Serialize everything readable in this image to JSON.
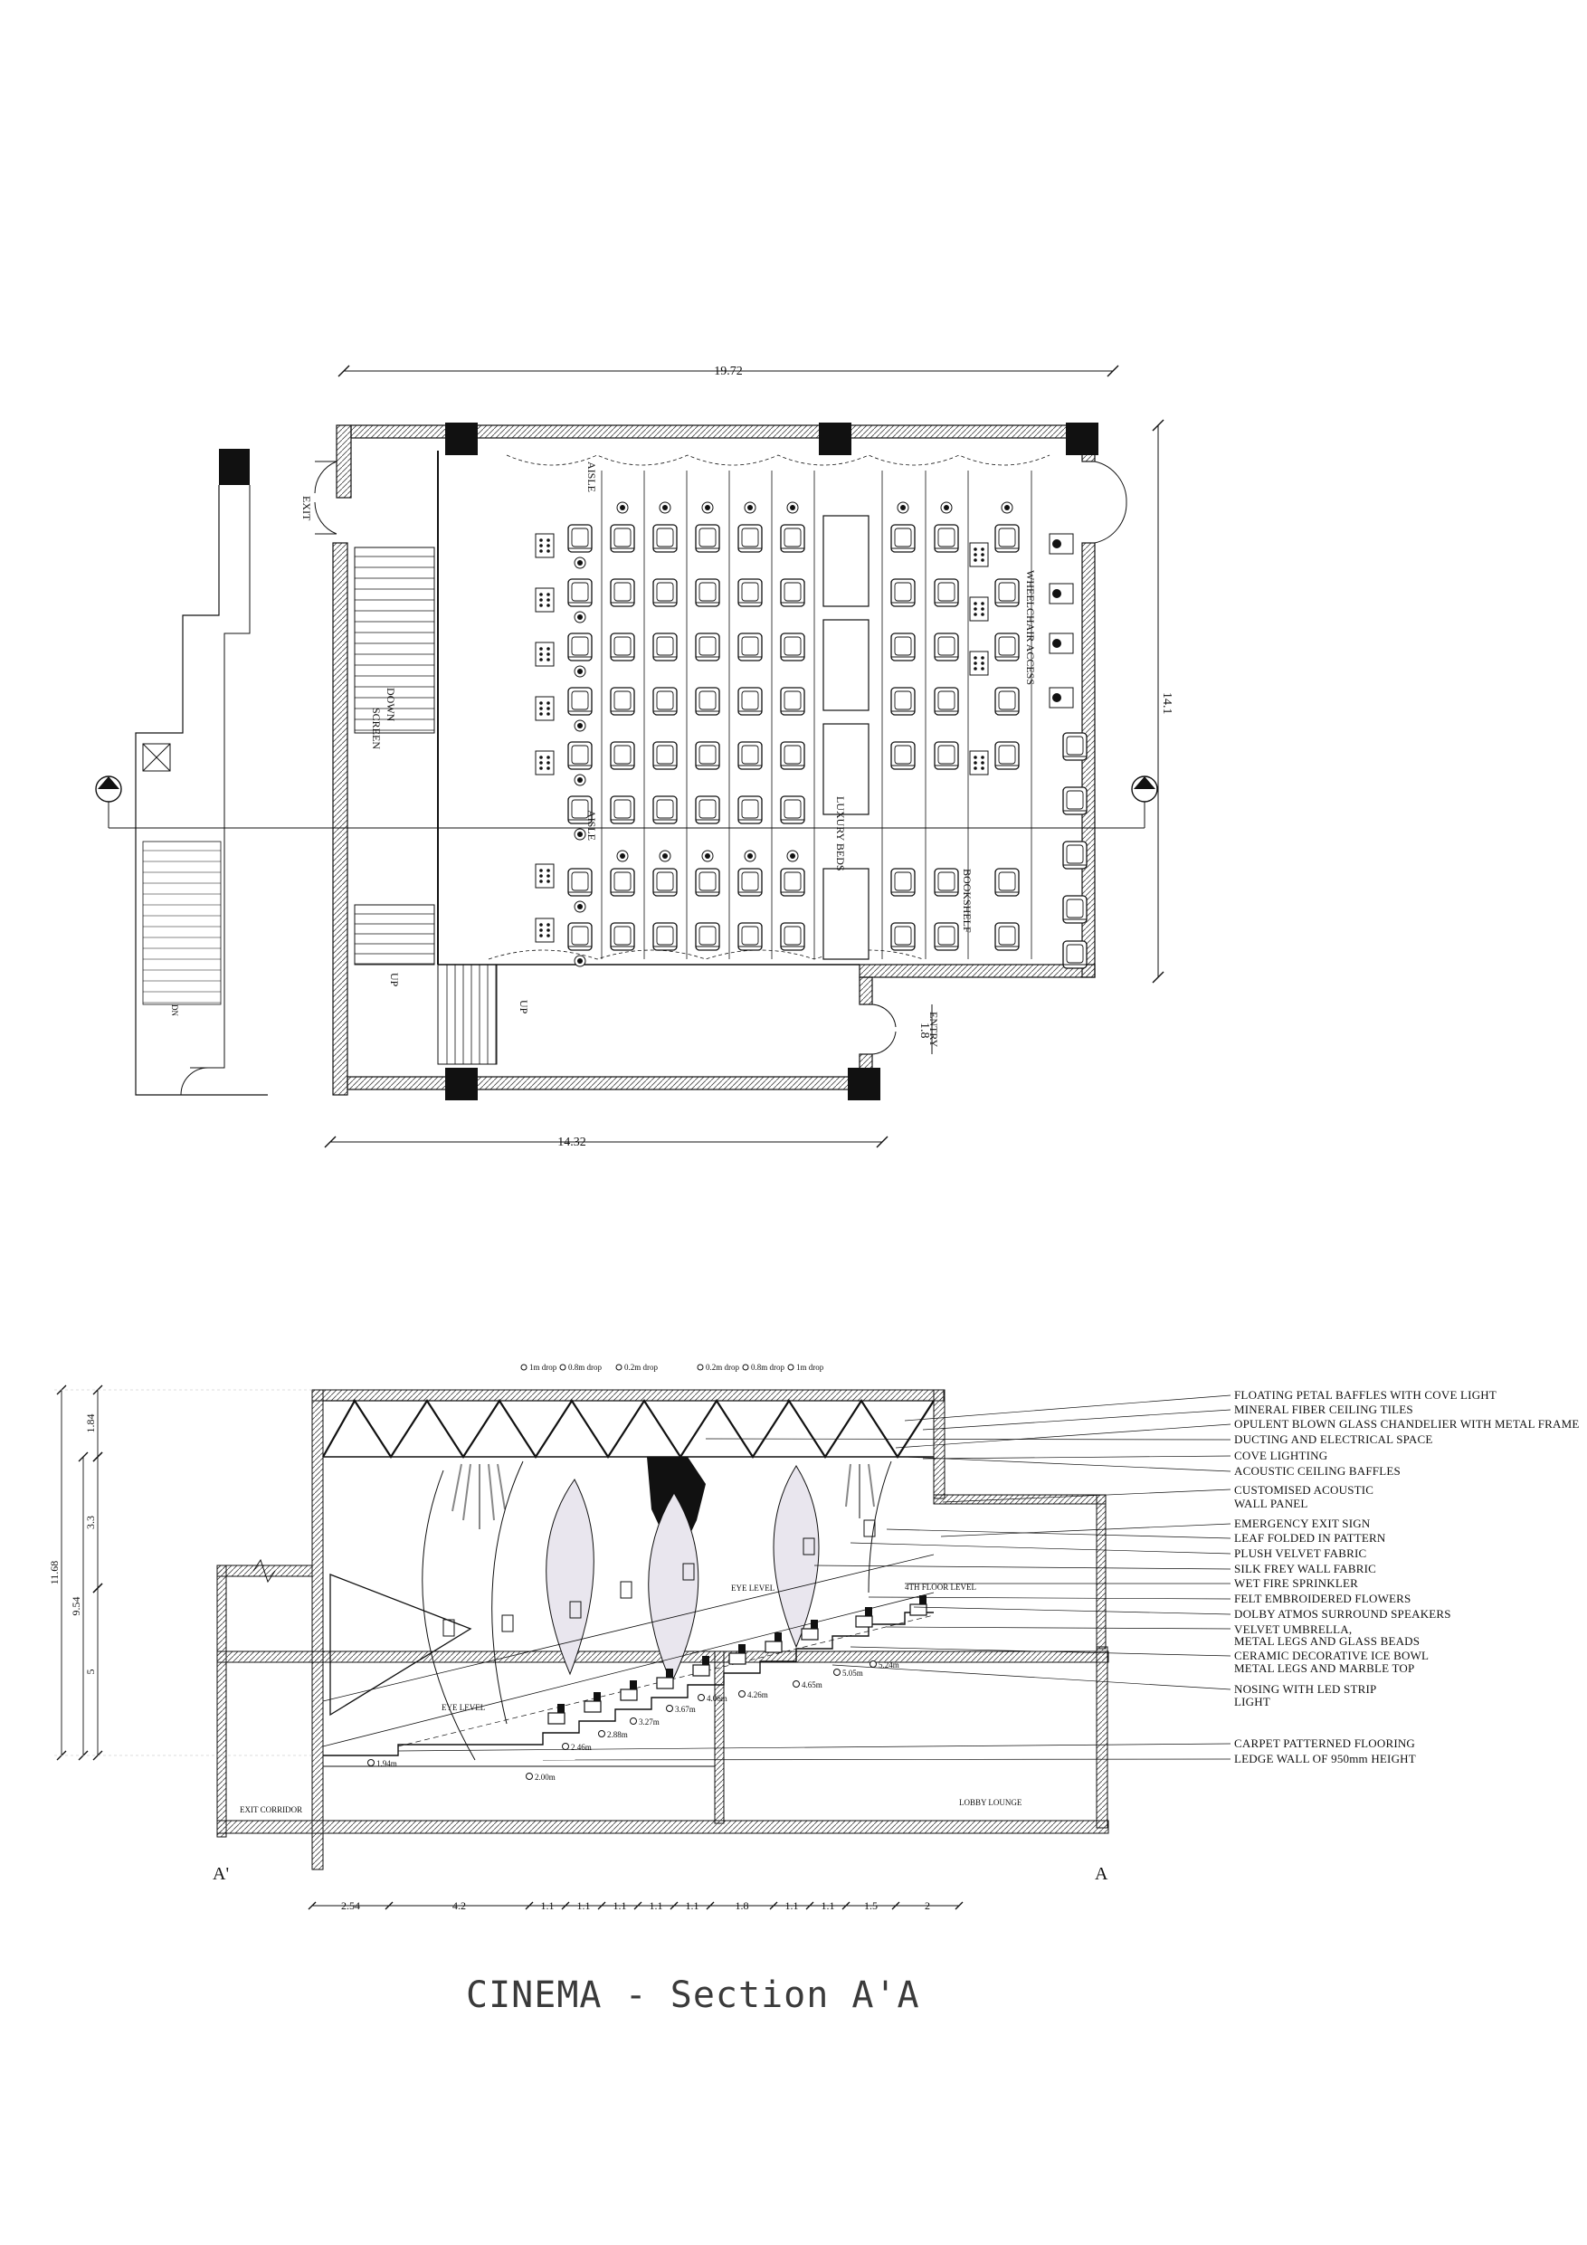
{
  "plan": {
    "dims": {
      "top_width": "19.72",
      "bottom_width": "14.32",
      "right_height": "14.1",
      "entry_width": "1.8"
    },
    "labels": {
      "exit": "EXIT",
      "entry": "ENTRY",
      "screen": "SCREEN",
      "down": "DOWN",
      "up": "UP",
      "up2": "UP",
      "dn": "DN",
      "aisle_top": "AISLE",
      "aisle_mid": "AISLE",
      "luxury_beds": "LUXURY BEDS",
      "bookshelf": "BOOKSHELF",
      "wheelchair": "WHEELCHAIR ACCESS"
    }
  },
  "section": {
    "vdims": [
      "1.84",
      "3.3",
      "11.68",
      "9.54",
      "5"
    ],
    "hdims": [
      "2.54",
      "4.2",
      "1.1",
      "1.1",
      "1.1",
      "1.1",
      "1.1",
      "1.8",
      "1.1",
      "1.1",
      "1.5",
      "2"
    ],
    "drops": [
      "1m drop",
      "0.8m drop",
      "0.2m drop",
      "0.2m drop",
      "0.8m drop",
      "1m drop"
    ],
    "levels": [
      "1.94m",
      "2.00m",
      "2.46m",
      "2.88m",
      "3.27m",
      "3.67m",
      "4.06m",
      "4.26m",
      "4.65m",
      "5.05m",
      "5.24m"
    ],
    "labels": {
      "eye_level": "EYE LEVEL",
      "eye_level2": "EYE LEVEL",
      "floor_level": "4TH FLOOR LEVEL",
      "exit_corridor": "EXIT CORRIDOR",
      "lobby_lounge": "LOBBY LOUNGE",
      "a_prime": "A'",
      "a": "A"
    },
    "legend": [
      "FLOATING PETAL BAFFLES WITH COVE LIGHT",
      "MINERAL FIBER CEILING TILES",
      "OPULENT BLOWN GLASS CHANDELIER WITH METAL FRAME",
      "DUCTING AND ELECTRICAL SPACE",
      "COVE LIGHTING",
      "ACOUSTIC CEILING BAFFLES",
      "CUSTOMISED ACOUSTIC",
      "WALL PANEL",
      "EMERGENCY EXIT SIGN",
      "LEAF FOLDED IN PATTERN",
      "PLUSH VELVET FABRIC",
      "SILK FREY WALL FABRIC",
      "WET FIRE SPRINKLER",
      "FELT EMBROIDERED FLOWERS",
      "DOLBY ATMOS SURROUND SPEAKERS",
      "VELVET UMBRELLA,",
      "METAL LEGS AND GLASS BEADS",
      "CERAMIC DECORATIVE ICE BOWL",
      "METAL LEGS AND MARBLE TOP",
      "NOSING WITH LED STRIP",
      "LIGHT",
      "CARPET PATTERNED FLOORING",
      "LEDGE WALL OF 950mm HEIGHT"
    ]
  },
  "title": "CINEMA - Section A'A"
}
